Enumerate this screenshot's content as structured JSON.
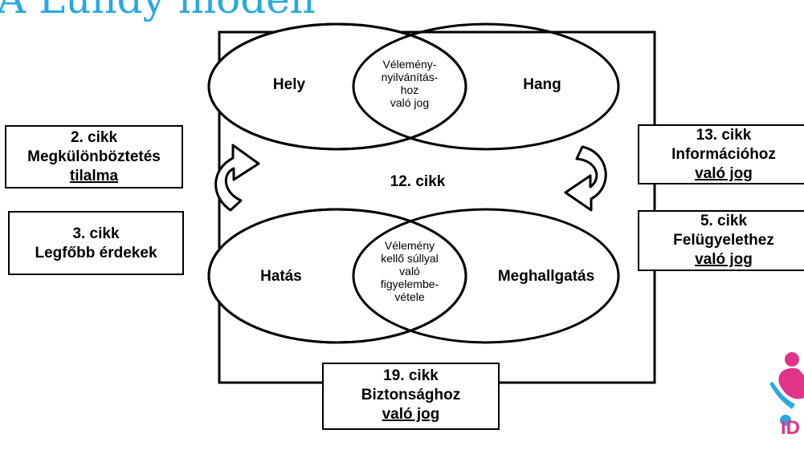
{
  "slide": {
    "title": "A Lundy modell"
  },
  "diagram": {
    "center_label": "12. cikk",
    "top_circles": {
      "left": "Hely",
      "right": "Hang",
      "overlap": [
        "Vélemény-",
        "nyilvánítás-",
        "hoz",
        "való jog"
      ]
    },
    "bottom_circles": {
      "left": "Hatás",
      "right": "Meghallgatás",
      "overlap": [
        "Vélemény",
        "kellő súllyal",
        "való",
        "figyelembe-",
        "vétele"
      ]
    },
    "boxes": {
      "art2": [
        "2. cikk",
        "Megkülönböztetés",
        "tilalma"
      ],
      "art3": [
        "3. cikk",
        "Legfőbb érdekek"
      ],
      "art13": [
        "13. cikk",
        "Információhoz",
        "való jog"
      ],
      "art5": [
        "5. cikk",
        "Felügyelethez",
        "való jog"
      ],
      "art19": [
        "19. cikk",
        "Biztonsághoz",
        "való jog"
      ]
    }
  },
  "logo": {
    "text": "ID"
  }
}
